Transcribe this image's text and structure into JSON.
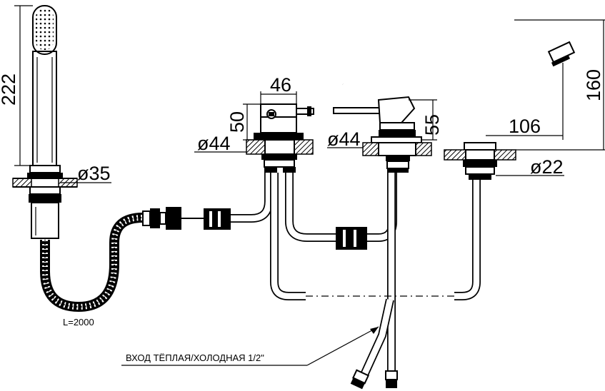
{
  "dimensions": {
    "hand_shower_length": "222",
    "hand_shower_base_diameter": "ø35",
    "hose_length": "L=2000",
    "left_valve_width": "46",
    "left_valve_height": "50",
    "left_valve_base_diameter": "ø44",
    "mixer_base_diameter": "ø44",
    "mixer_height": "55",
    "spout_height": "160",
    "spout_reach": "106",
    "spout_base_diameter": "ø22"
  },
  "notes": {
    "inlet": "ВХОД  ТЁПЛАЯ/ХОЛОДНАЯ   1/2\""
  }
}
